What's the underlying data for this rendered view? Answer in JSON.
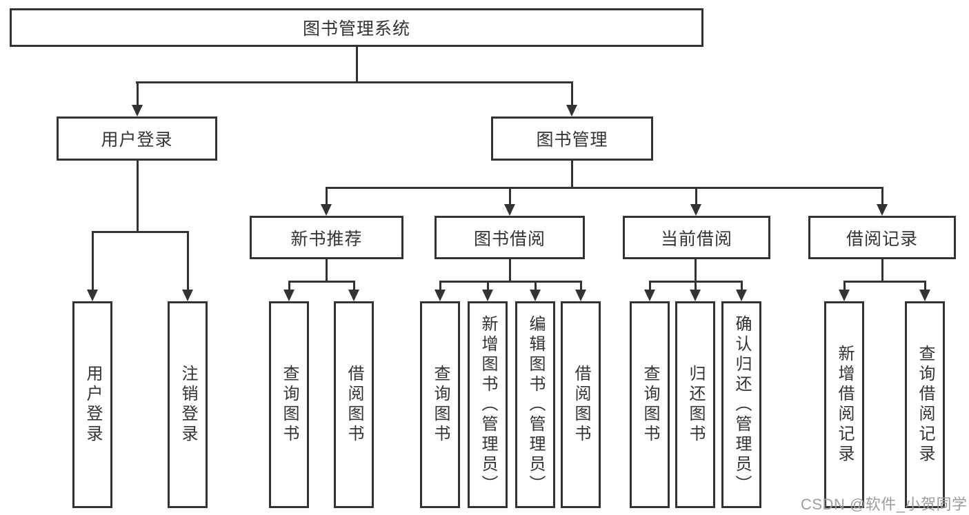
{
  "tree": {
    "root": {
      "label": "图书管理系统"
    },
    "branches": [
      {
        "label": "用户登录",
        "leaves": [
          "用户登录",
          "注销登录"
        ]
      },
      {
        "label": "图书管理",
        "groups": [
          {
            "label": "新书推荐",
            "leaves": [
              "查询图书",
              "借阅图书"
            ]
          },
          {
            "label": "图书借阅",
            "leaves": [
              "查询图书",
              "新增图书（管理员）",
              "编辑图书（管理员）",
              "借阅图书"
            ]
          },
          {
            "label": "当前借阅",
            "leaves": [
              "查询图书",
              "归还图书",
              "确认归还（管理员）"
            ]
          },
          {
            "label": "借阅记录",
            "leaves": [
              "新增借阅记录",
              "查询借阅记录"
            ]
          }
        ]
      }
    ]
  },
  "watermark": "CSDN @软件_小贺同学",
  "colors": {
    "line": "#333333",
    "text": "#333333",
    "watermark": "#9c9c9c",
    "background": "#ffffff"
  }
}
